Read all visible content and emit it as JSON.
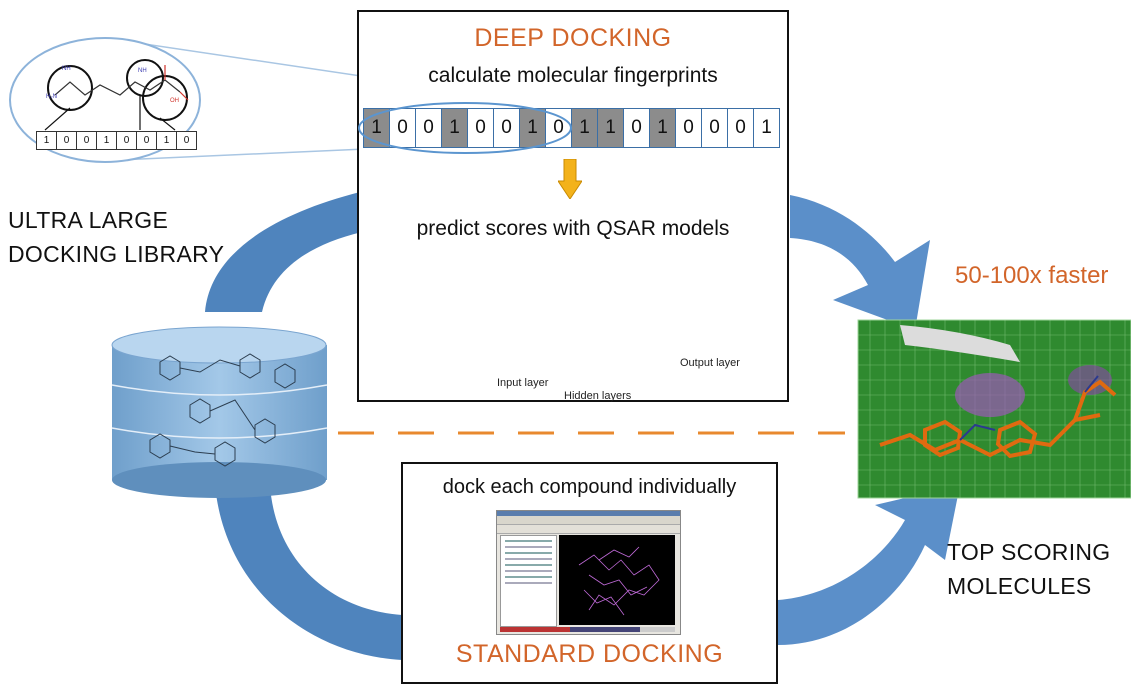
{
  "deep_docking": {
    "title": "DEEP DOCKING",
    "step1": "calculate molecular fingerprints",
    "fingerprint_bits": [
      "1",
      "0",
      "0",
      "1",
      "0",
      "0",
      "1",
      "0",
      "1",
      "1",
      "0",
      "1",
      "0",
      "0",
      "0",
      "1"
    ],
    "step2": "predict scores with QSAR models",
    "nn_labels": {
      "input": "Input layer",
      "hidden": "Hidden layers",
      "output": "Output layer"
    }
  },
  "standard_docking": {
    "title": "STANDARD DOCKING",
    "step": "dock each compound individually"
  },
  "library": {
    "line1": "ULTRA LARGE",
    "line2": "DOCKING LIBRARY"
  },
  "result": {
    "speedup": "50-100x faster",
    "line1": "TOP SCORING",
    "line2": "MOLECULES"
  },
  "zoom_fingerprint_bits": [
    "1",
    "0",
    "0",
    "1",
    "0",
    "0",
    "1",
    "0"
  ],
  "colors": {
    "accent_orange": "#d2652a",
    "arrow_blue": "#4f84bd",
    "cylinder": "#8cb6dc",
    "dashed_line": "#e8892e"
  }
}
